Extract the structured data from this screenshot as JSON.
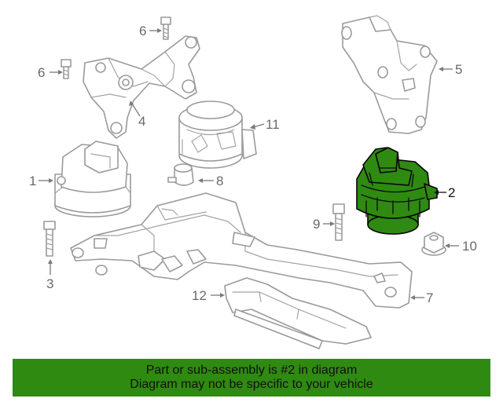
{
  "callouts": [
    {
      "id": 1,
      "label": "1"
    },
    {
      "id": 2,
      "label": "2",
      "highlighted": true
    },
    {
      "id": 3,
      "label": "3"
    },
    {
      "id": 4,
      "label": "4"
    },
    {
      "id": 5,
      "label": "5"
    },
    {
      "id": 6,
      "label": "6"
    },
    {
      "id": 6,
      "label": "6"
    },
    {
      "id": 7,
      "label": "7"
    },
    {
      "id": 8,
      "label": "8"
    },
    {
      "id": 9,
      "label": "9"
    },
    {
      "id": 10,
      "label": "10"
    },
    {
      "id": 11,
      "label": "11"
    },
    {
      "id": 12,
      "label": "12"
    }
  ],
  "banner": {
    "line1": "Part or sub-assembly is #2 in diagram",
    "line2": "Diagram may not be specific to your vehicle"
  },
  "colors": {
    "highlight": "#2f8a11",
    "banner": "#2f8a11",
    "part_outline": "#9a9a9a",
    "callout": "#6a6a6a"
  }
}
